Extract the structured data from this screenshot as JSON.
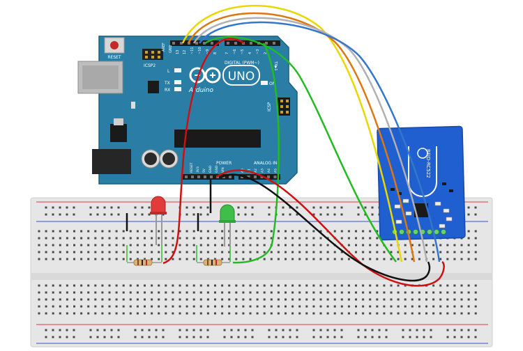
{
  "arduino": {
    "reset_label": "RESET",
    "icsp2_label": "ICSP2",
    "icsp_label": "ICSP",
    "led_l_label": "L",
    "tx_label": "TX",
    "rx_label": "RX",
    "on_label": "ON",
    "digital_label": "DIGITAL (PWM~)",
    "brand_label": "Arduino",
    "model_label": "UNO",
    "power_label": "POWER",
    "analog_label": "ANALOG IN",
    "aref_label": "AREF",
    "gnd_label": "GND",
    "tx0_label": "TX▶1",
    "rx0_label": "RX◀0",
    "top_pins": [
      "13",
      "12",
      "~11",
      "~10",
      "~9",
      "8",
      "7",
      "~6",
      "~5",
      "4",
      "~3",
      "2"
    ],
    "power_pins": [
      "RESET",
      "3V3",
      "5V",
      "GND",
      "GND",
      "VIN"
    ],
    "analog_pins": [
      "A0",
      "A1",
      "A2",
      "A3",
      "A4",
      "A5"
    ]
  },
  "rfid": {
    "model_label": "RFID-RC522"
  },
  "components": {
    "red_led": "red LED",
    "green_led": "green LED",
    "resistor": "resistor"
  },
  "wire_colors": {
    "red": "#cc1111",
    "black": "#111111",
    "green": "#22bb22",
    "yellow": "#e8d800",
    "orange": "#dd7711",
    "gray": "#b0b0b0",
    "blue": "#3377cc"
  },
  "colors": {
    "board": "#2a7ea5",
    "board_dark": "#1f6689",
    "rfid": "#1f5fcf",
    "breadboard": "#e8e8e8",
    "rail_red": "#e45c5c",
    "rail_blue": "#5b6fd6"
  }
}
